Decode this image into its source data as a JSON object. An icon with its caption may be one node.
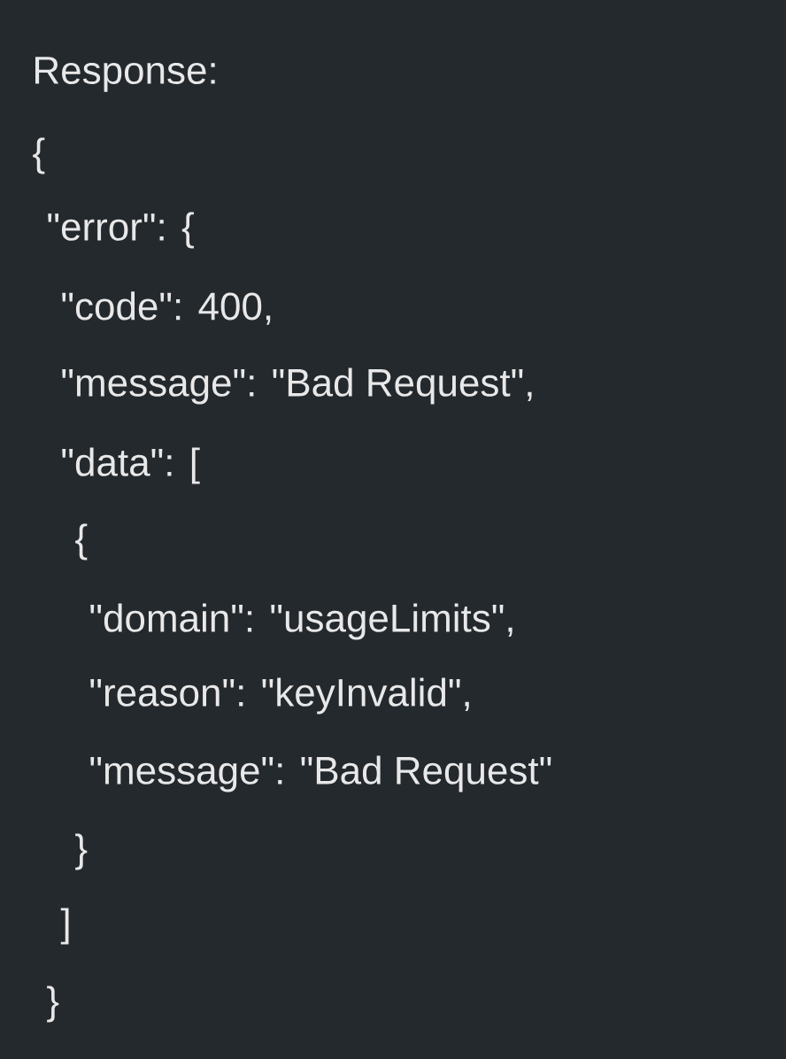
{
  "diagram": {
    "labels": [
      "Response:",
      "{",
      "\"error\": {",
      "\"code\": 400,",
      "\"message\": \"Bad Request\",",
      "\"data\": [",
      "{",
      "\"domain\": \"usageLimits\",",
      "\"reason\": \"keyInvalid\",",
      "\"message\": \"Bad Request\"",
      "}",
      "]",
      "}"
    ]
  }
}
